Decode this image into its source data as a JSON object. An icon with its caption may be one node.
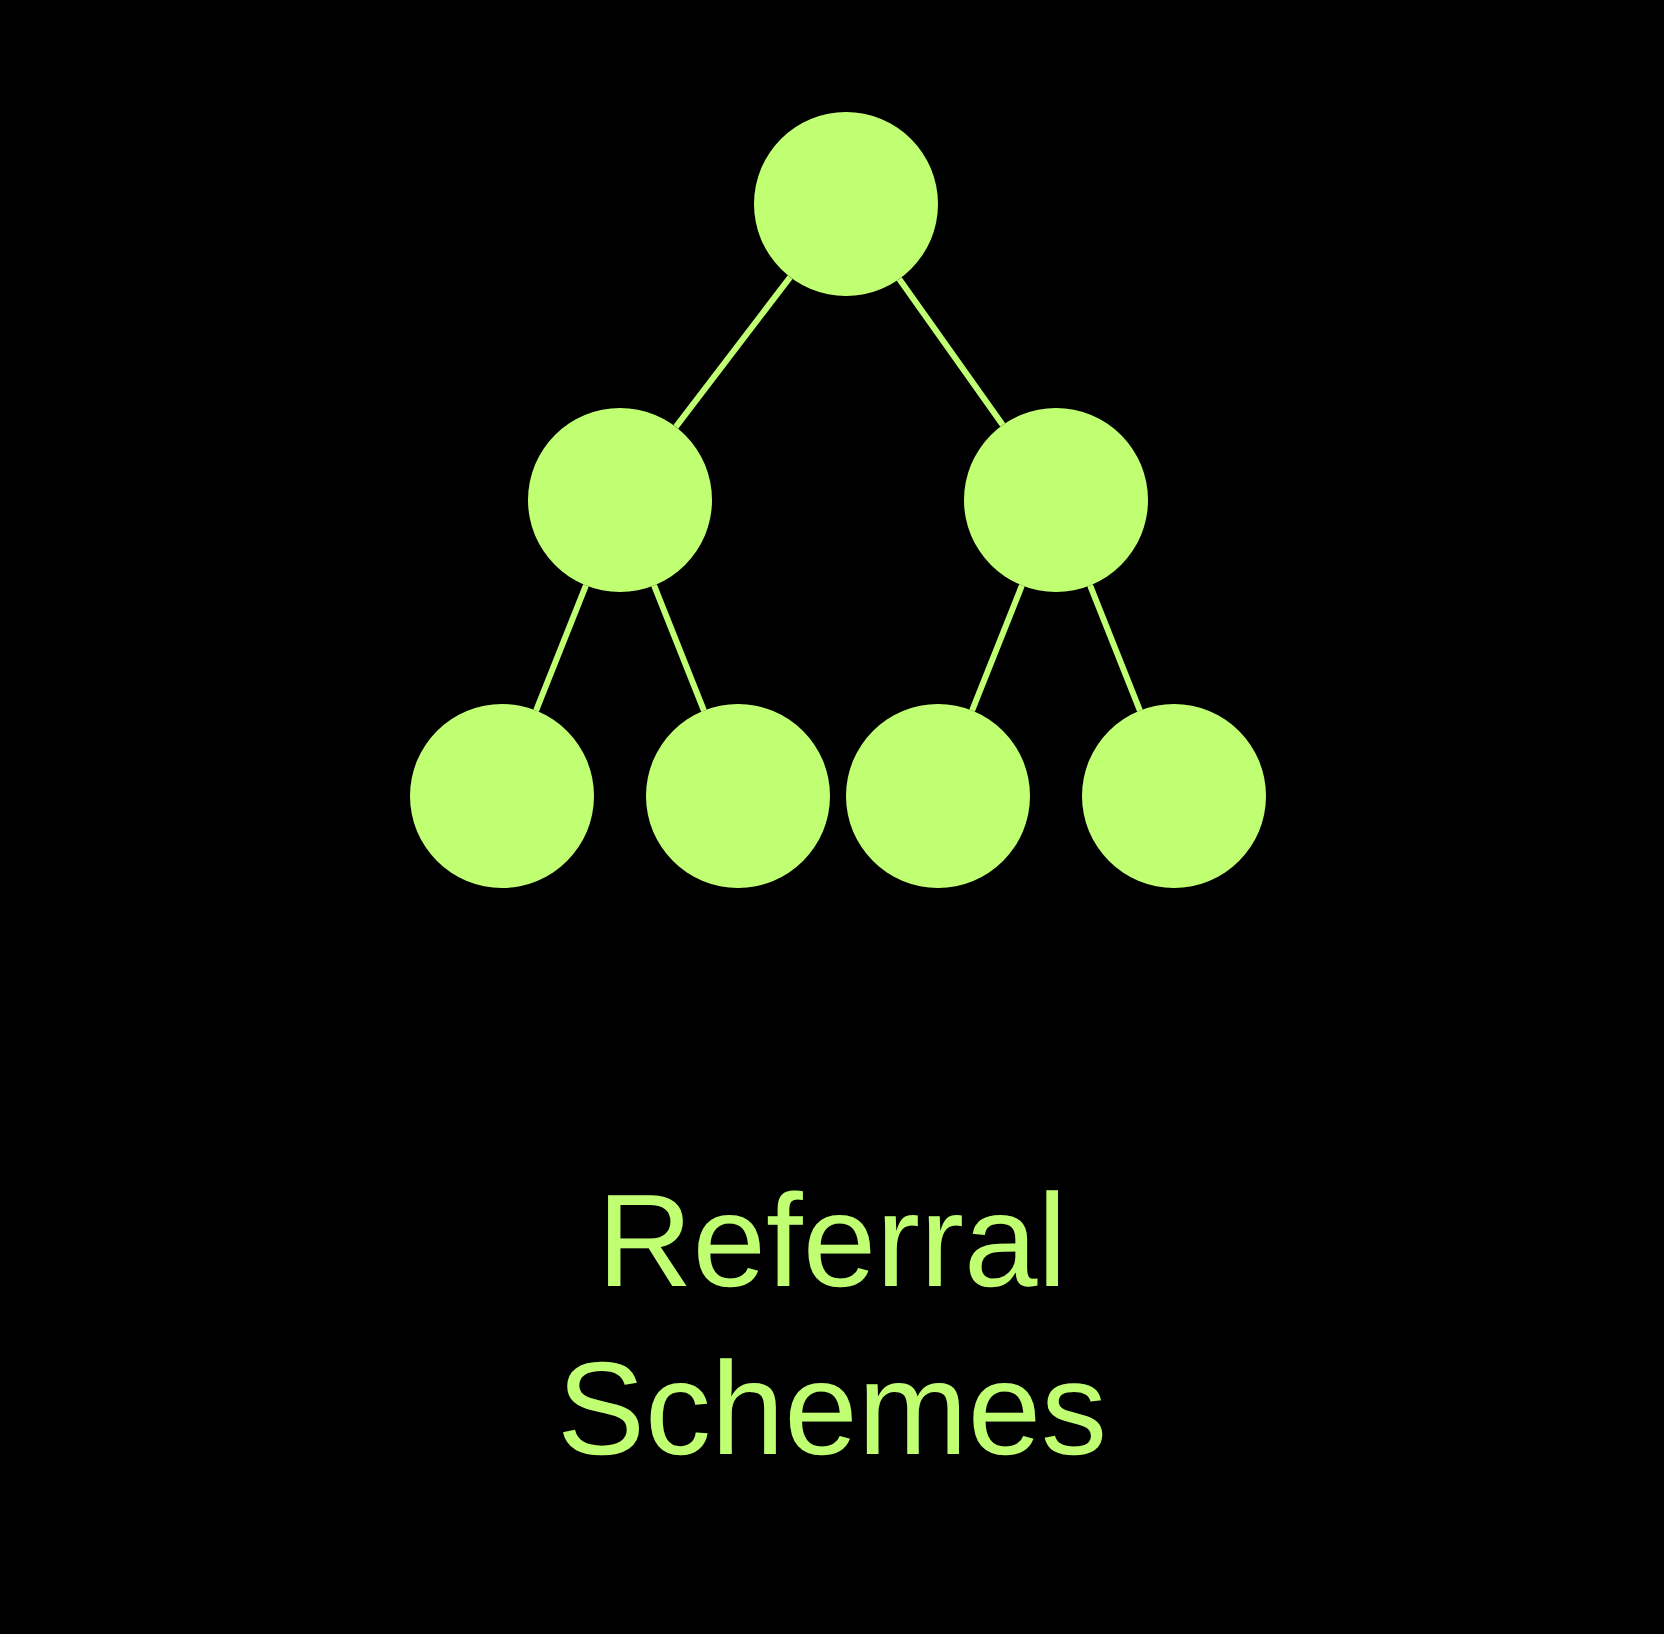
{
  "diagram": {
    "title": "Referral Schemes",
    "nodes": [
      {
        "text": [],
        "shape": "circle"
      },
      {
        "text": [],
        "shape": "circle"
      },
      {
        "text": [],
        "shape": "circle"
      },
      {
        "text": [],
        "shape": "circle"
      },
      {
        "text": [],
        "shape": "circle"
      },
      {
        "text": [],
        "shape": "circle"
      },
      {
        "text": [],
        "shape": "circle"
      }
    ],
    "edges": [
      {
        "from": 0,
        "to": 1,
        "arrow": "none"
      },
      {
        "from": 0,
        "to": 2,
        "arrow": "none"
      },
      {
        "from": 1,
        "to": 3,
        "arrow": "none"
      },
      {
        "from": 1,
        "to": 4,
        "arrow": "none"
      },
      {
        "from": 2,
        "to": 5,
        "arrow": "none"
      },
      {
        "from": 2,
        "to": 6,
        "arrow": "none"
      }
    ]
  }
}
